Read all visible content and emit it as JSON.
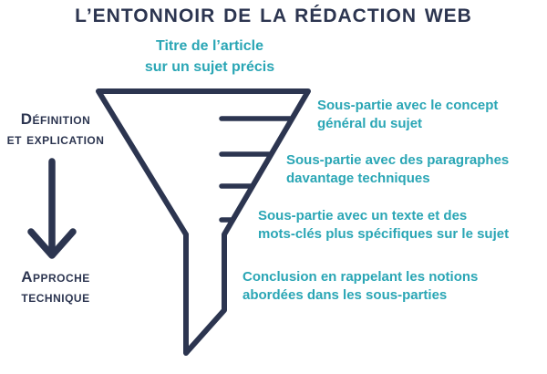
{
  "colors": {
    "navy": "#2c3550",
    "teal": "#2aa6b5",
    "bg": "#ffffff"
  },
  "title": "L’ENTONNOIR DE LA RÉDACTION WEB",
  "funnel": {
    "icon": "funnel-icon",
    "top_label": {
      "line1": "Titre de l’article",
      "line2": "sur un sujet précis"
    }
  },
  "left_column": {
    "top_label": {
      "line1": "Définition",
      "line2": "et explication"
    },
    "arrow_icon": "down-arrow",
    "bottom_label": {
      "line1": "Approche",
      "line2": "technique"
    }
  },
  "right_labels": [
    {
      "line1": "Sous-partie avec le concept",
      "line2": "général du sujet"
    },
    {
      "line1": "Sous-partie avec des paragraphes",
      "line2": "davantage techniques"
    },
    {
      "line1": "Sous-partie avec un texte et des",
      "line2": "mots-clés plus spécifiques sur le sujet"
    },
    {
      "line1": "Conclusion en rappelant les notions",
      "line2": "abordées dans les sous-parties"
    }
  ]
}
